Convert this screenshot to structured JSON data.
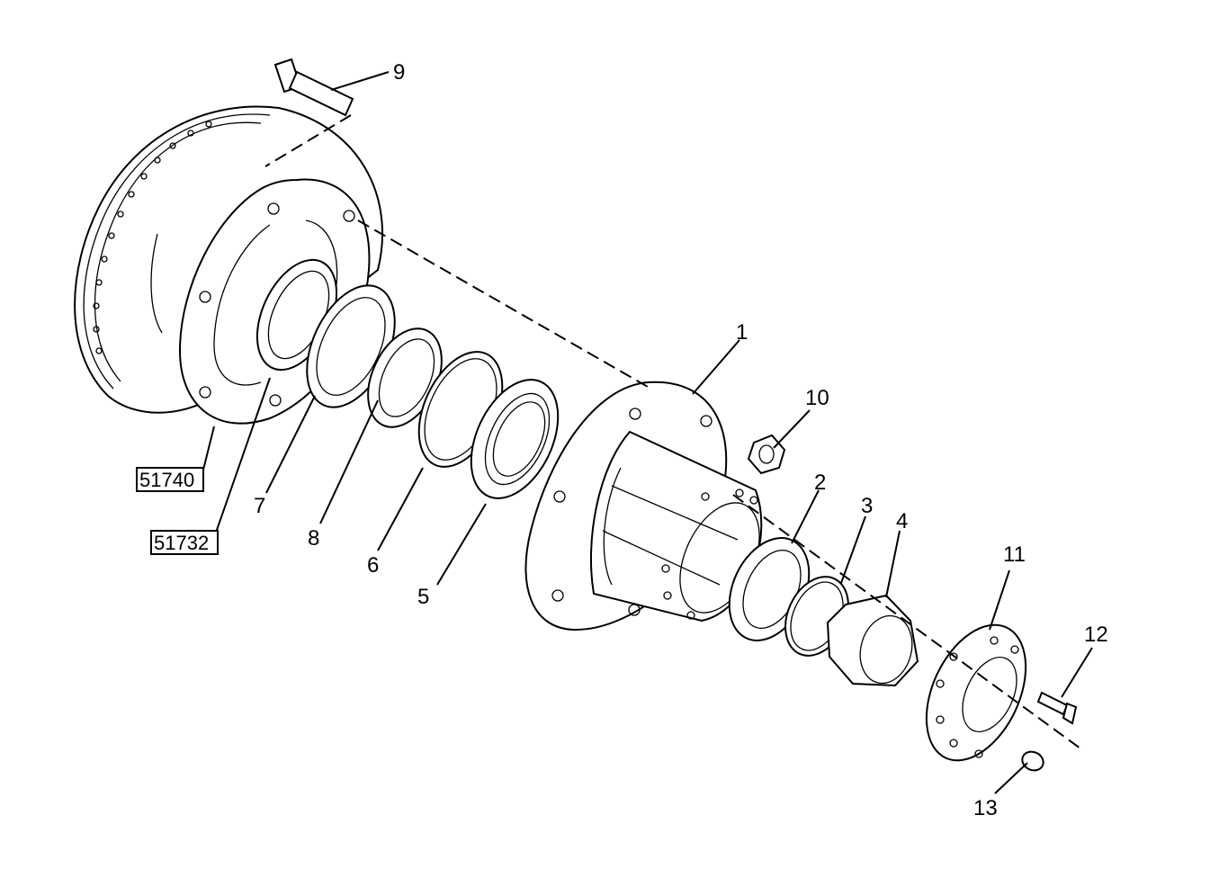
{
  "diagram": {
    "callouts": [
      "1",
      "2",
      "3",
      "4",
      "5",
      "6",
      "7",
      "8",
      "9",
      "10",
      "11",
      "12",
      "13"
    ],
    "references": [
      "51740",
      "51732"
    ]
  }
}
